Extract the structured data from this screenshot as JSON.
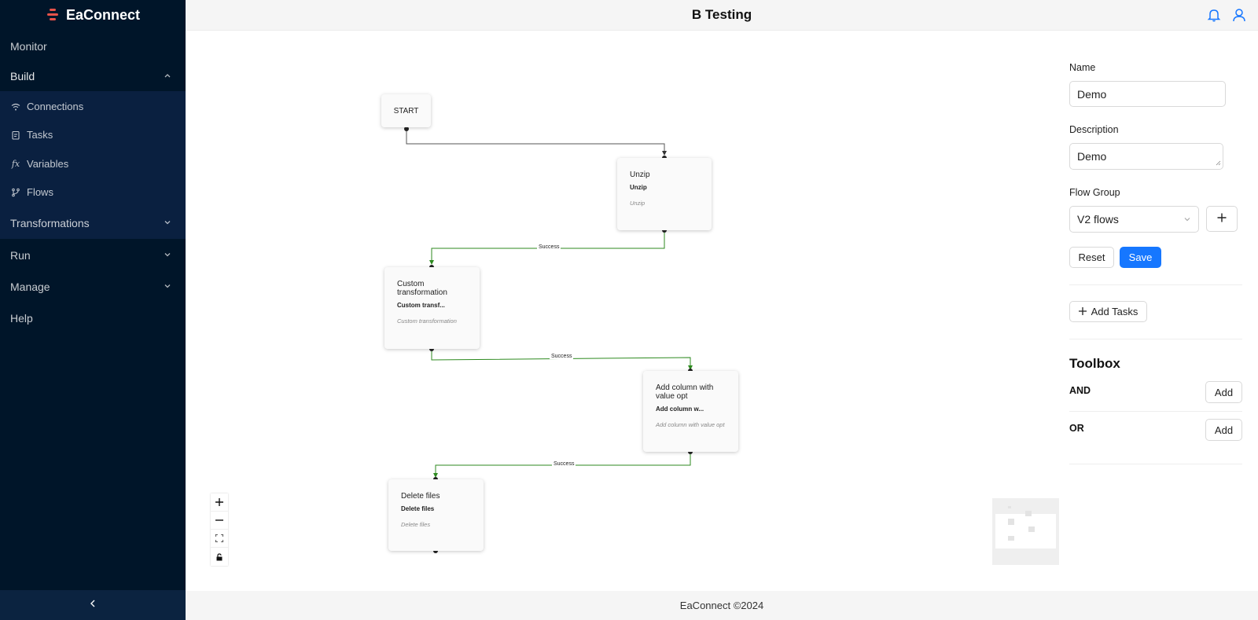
{
  "sidebar": {
    "logo_text": "EaConnect",
    "items": {
      "monitor": "Monitor",
      "build": "Build",
      "connections": "Connections",
      "tasks": "Tasks",
      "variables": "Variables",
      "flows": "Flows",
      "transformations": "Transformations",
      "run": "Run",
      "manage": "Manage",
      "help": "Help"
    },
    "variables_icon_text": "fx"
  },
  "header": {
    "title": "B Testing"
  },
  "footer": {
    "text": "EaConnect ©2024"
  },
  "flow": {
    "start": "START",
    "nodes": [
      {
        "title": "Unzip",
        "subtitle": "Unzip",
        "description": "Unzip"
      },
      {
        "title": "Custom transformation",
        "subtitle": "Custom transf...",
        "description": "Custom transformation"
      },
      {
        "title": "Add column with value opt",
        "subtitle": "Add column w...",
        "description": "Add column with value opt"
      },
      {
        "title": "Delete files",
        "subtitle": "Delete files",
        "description": "Delete files"
      }
    ],
    "edge_labels": [
      "Success",
      "Success",
      "Success"
    ],
    "edge_color": "#2d8a1f"
  },
  "form": {
    "name_label": "Name",
    "name_value": "Demo",
    "description_label": "Description",
    "description_value": "Demo",
    "flow_group_label": "Flow Group",
    "flow_group_value": "V2 flows",
    "reset_label": "Reset",
    "save_label": "Save",
    "add_tasks_label": "Add Tasks"
  },
  "toolbox": {
    "title": "Toolbox",
    "items": [
      {
        "label": "AND",
        "button": "Add"
      },
      {
        "label": "OR",
        "button": "Add"
      }
    ]
  },
  "colors": {
    "accent": "#1677ff",
    "sidebar_bg": "#001529",
    "logo": "#e8534a"
  }
}
